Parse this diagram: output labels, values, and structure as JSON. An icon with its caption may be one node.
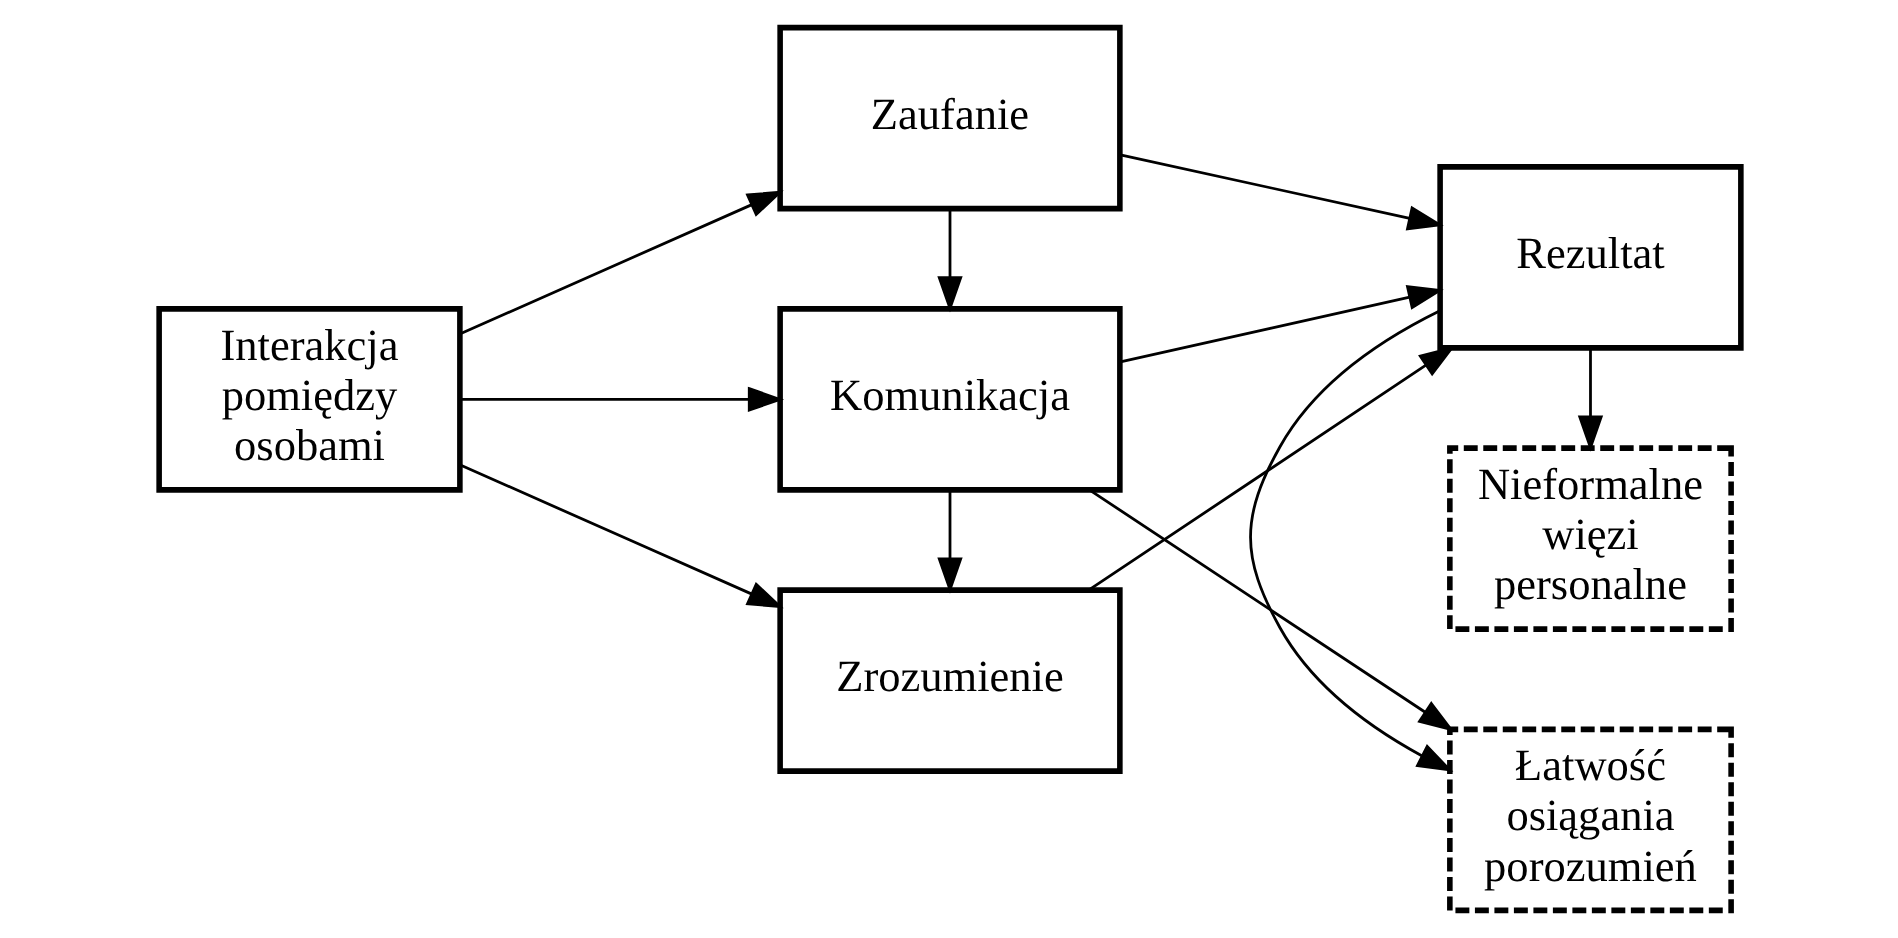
{
  "diagram": {
    "nodes": [
      {
        "text": [
          "Interakcja pomiędzy osobami"
        ]
      },
      {
        "text": [
          "Zaufanie"
        ]
      },
      {
        "text": [
          "Komunikacja"
        ]
      },
      {
        "text": [
          "Zrozumienie"
        ]
      },
      {
        "text": [
          "Rezultat"
        ]
      },
      {
        "text": [
          "Nieformalne więzi personalne"
        ]
      },
      {
        "text": [
          "Łatwość osiągania porozumień"
        ]
      }
    ],
    "edges": [
      {
        "from": 0,
        "to": 1,
        "arrow": "to"
      },
      {
        "from": 0,
        "to": 2,
        "arrow": "to"
      },
      {
        "from": 0,
        "to": 3,
        "arrow": "to"
      },
      {
        "from": 1,
        "to": 2,
        "arrow": "to"
      },
      {
        "from": 2,
        "to": 3,
        "arrow": "to"
      },
      {
        "from": 1,
        "to": 4,
        "arrow": "to"
      },
      {
        "from": 2,
        "to": 4,
        "arrow": "to"
      },
      {
        "from": 3,
        "to": 4,
        "arrow": "to"
      },
      {
        "from": 2,
        "to": 6,
        "arrow": "to"
      },
      {
        "from": 4,
        "to": 5,
        "arrow": "to"
      },
      {
        "from": 4,
        "to": 6,
        "arrow": "to"
      }
    ]
  }
}
